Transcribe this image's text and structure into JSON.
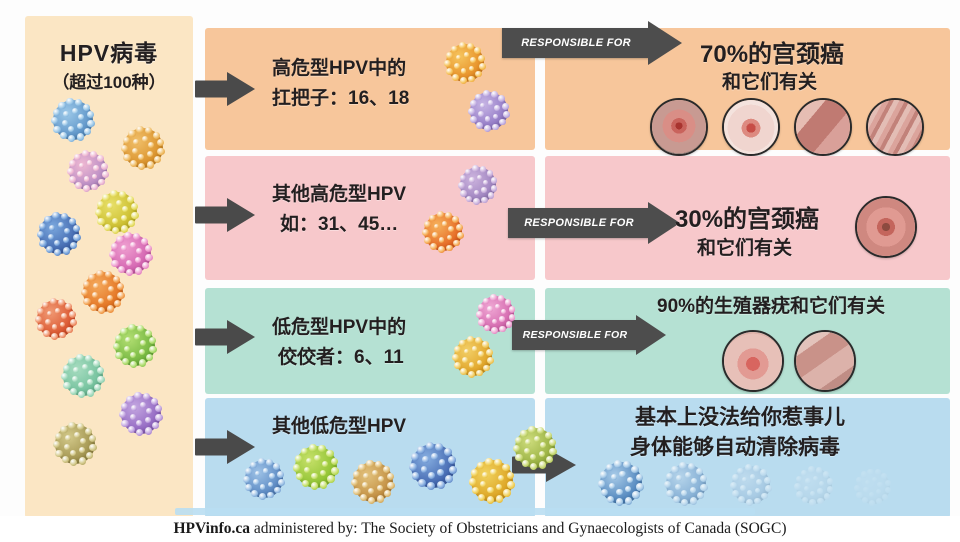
{
  "left_panel": {
    "title": "HPV病毒",
    "subtitle": "（超过100种）",
    "background_color": "#fbe6c4"
  },
  "responsible_label": "RESPONSIBLE FOR",
  "rows": [
    {
      "id": "high-risk-top",
      "band_color": "#f7c69b",
      "left_line1": "高危型HPV中的",
      "left_line2": "扛把子：16、18",
      "right_line1": "70%的宫颈癌",
      "right_line2": "和它们有关",
      "photo_count": 4
    },
    {
      "id": "high-risk-other",
      "band_color": "#f7c8cb",
      "left_line1": "其他高危型HPV",
      "left_line2": "如：31、45…",
      "right_line1": "30%的宫颈癌",
      "right_line2": "和它们有关",
      "photo_count": 1
    },
    {
      "id": "low-risk-top",
      "band_color": "#b5e1d3",
      "left_line1": "低危型HPV中的",
      "left_line2": "佼佼者：6、11",
      "right_line1": "90%的生殖器疣和它们有关",
      "right_line2": "",
      "photo_count": 2
    },
    {
      "id": "low-risk-other",
      "band_color": "#b9dcef",
      "left_line1": "其他低危型HPV",
      "left_line2": "",
      "right_line1": "基本上没法给你惹事儿",
      "right_line2": "身体能够自动清除病毒",
      "photo_count": 0
    }
  ],
  "footer": {
    "brand": "HPVinfo.ca",
    "text": " administered by: The Society of Obstetricians and Gynaecologists of Canada (SOGC)"
  },
  "virus_colors": {
    "blue": "#6f9fd0",
    "orange": "#e8a23c",
    "pink": "#d9a0c4",
    "yellow": "#ddd04a",
    "deep_blue": "#4a74b8",
    "magenta": "#d86fb0",
    "red_orange": "#e4703a",
    "green": "#8bc councils"
  }
}
